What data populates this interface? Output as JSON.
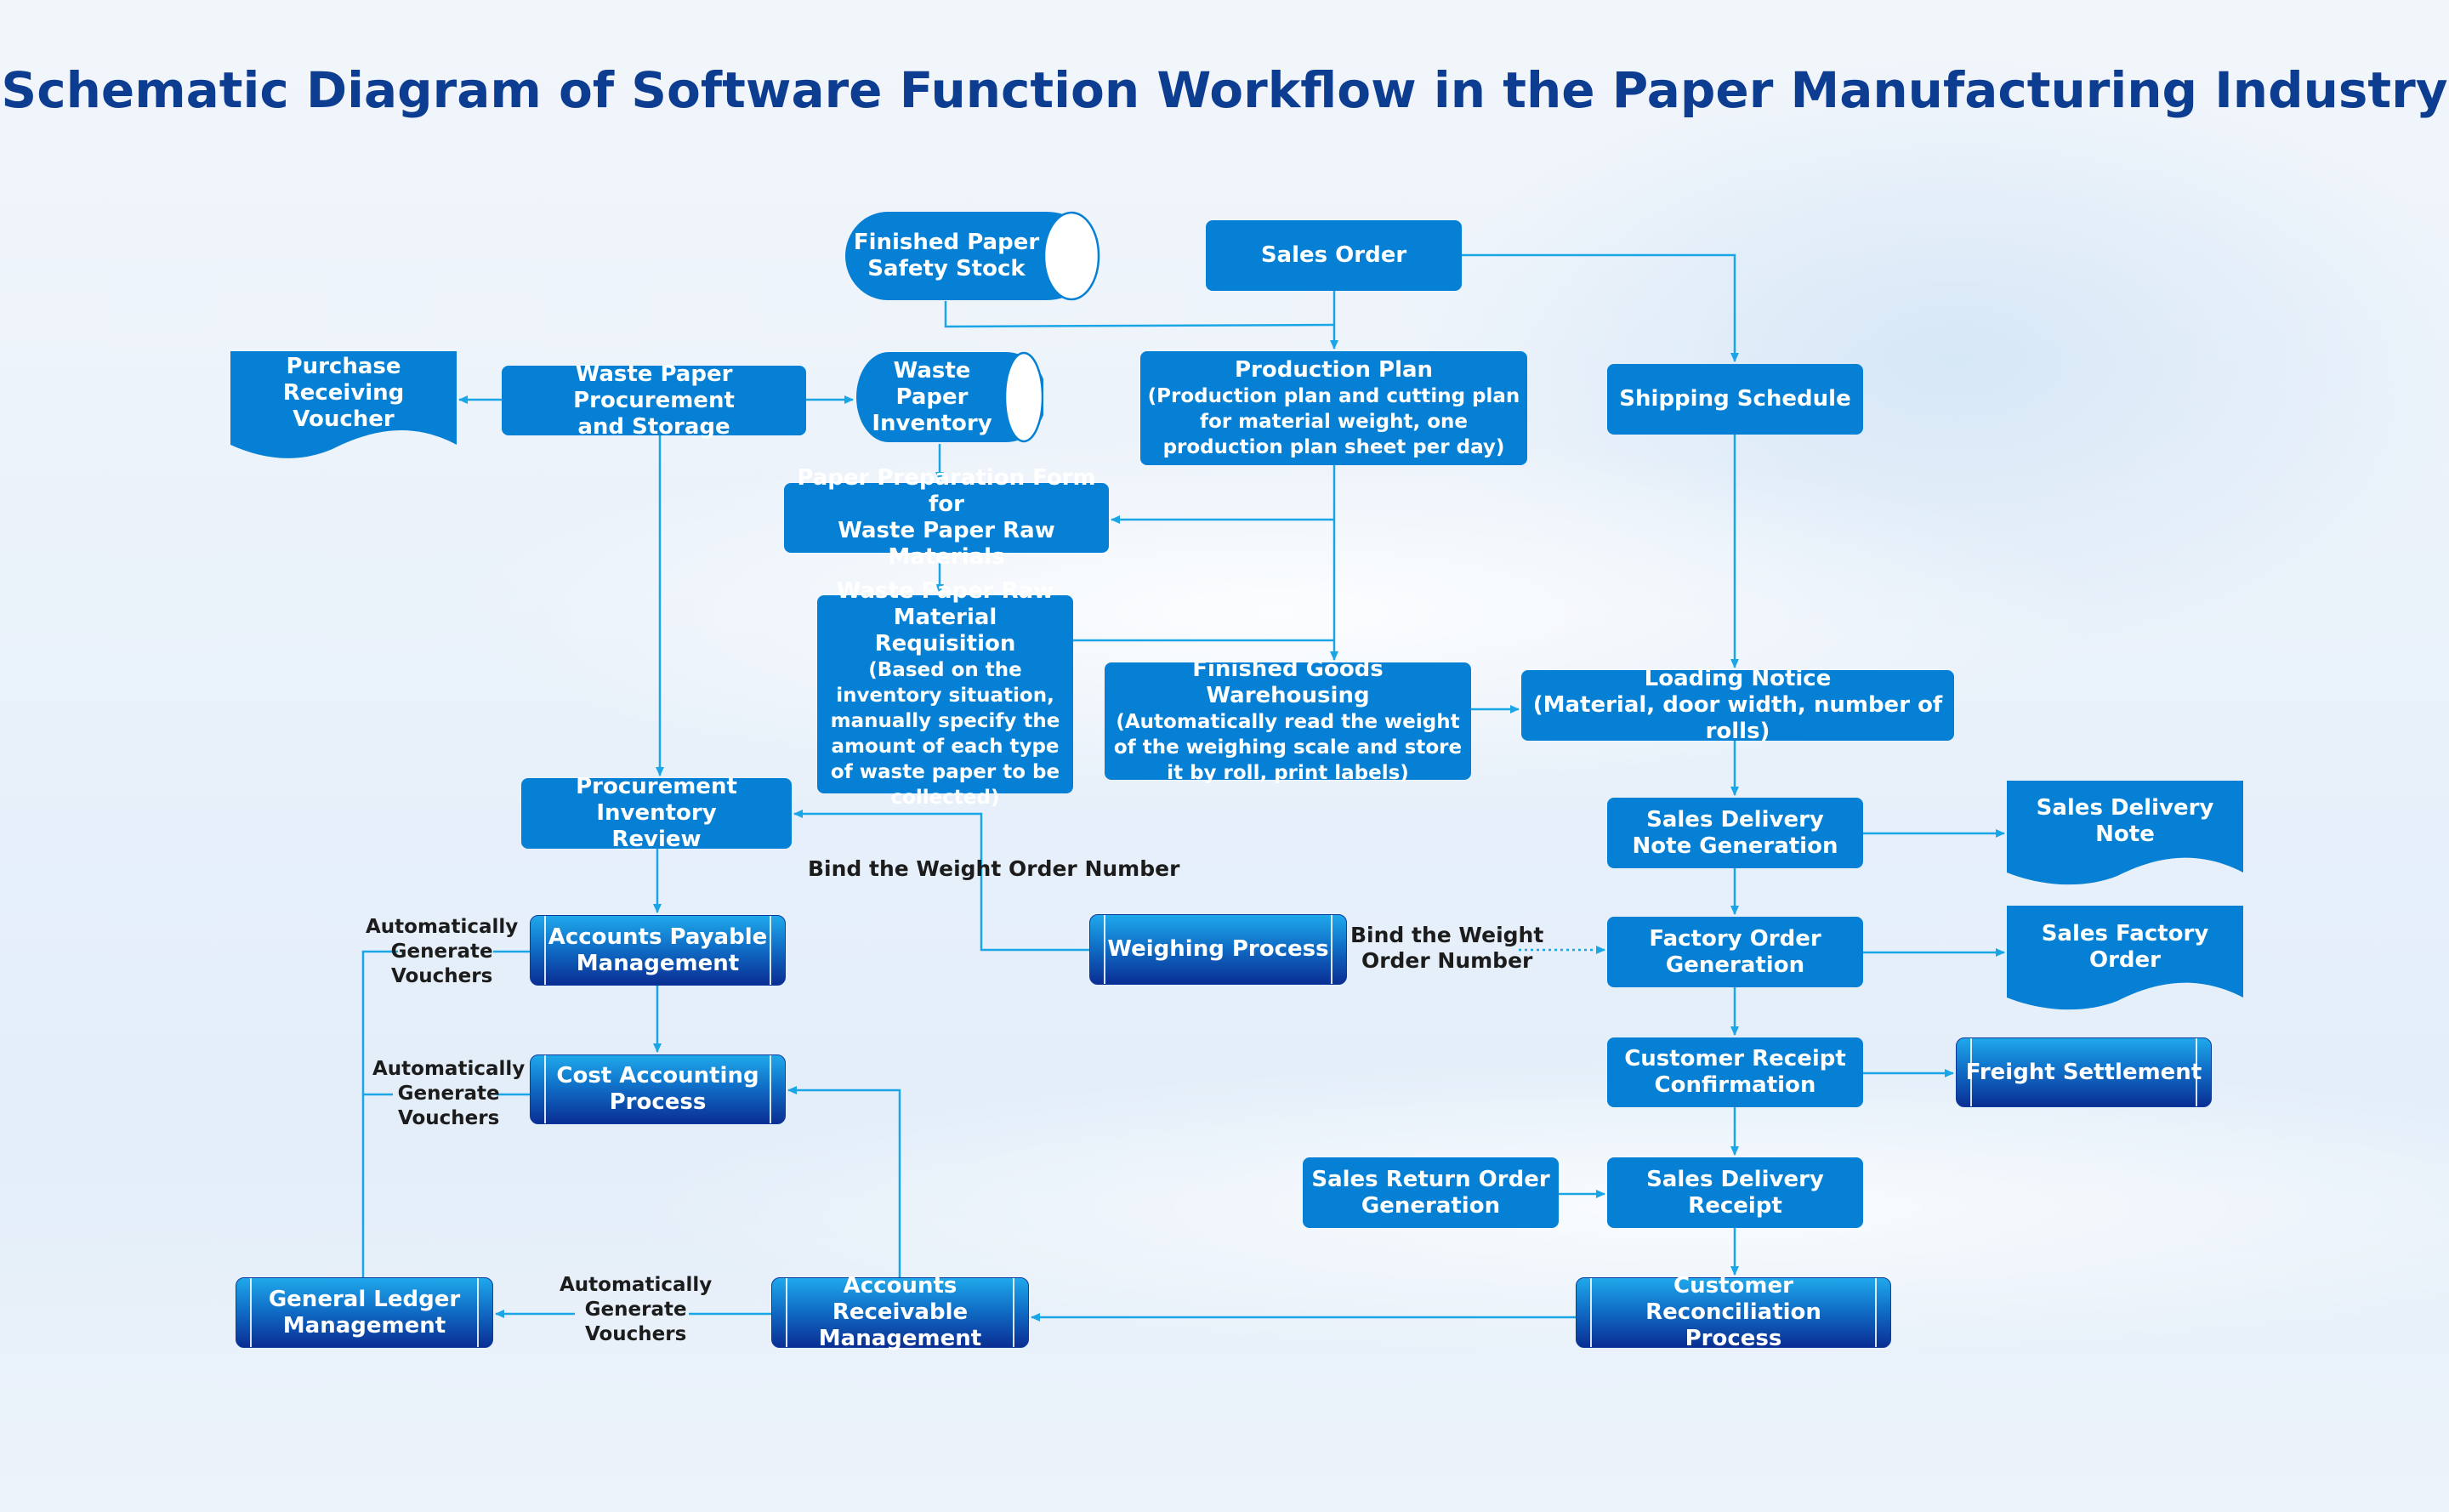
{
  "title": "Schematic Diagram of Software Function Workflow in the Paper Manufacturing Industry",
  "colors": {
    "title": "#0d3d91",
    "node_fill": "#0680d4",
    "process_gradient_top": "#1fa8ea",
    "process_gradient_bottom": "#0a2e93",
    "connector": "#1aa6e6",
    "label_text": "#1c1c1c"
  },
  "nodes": {
    "finished_paper_safety_stock": {
      "line1": "Finished Paper",
      "line2": "Safety Stock",
      "shape": "cylinder"
    },
    "sales_order": {
      "label": "Sales Order",
      "shape": "rectangle"
    },
    "purchase_receiving_voucher": {
      "line1": "Purchase Receiving",
      "line2": "Voucher",
      "shape": "document"
    },
    "waste_paper_procurement": {
      "line1": "Waste Paper Procurement",
      "line2": "and Storage",
      "shape": "rectangle"
    },
    "waste_paper_inventory": {
      "line1": "Waste Paper",
      "line2": "Inventory",
      "shape": "cylinder"
    },
    "production_plan": {
      "title": "Production Plan",
      "detail": "(Production plan and cutting plan for material weight, one production plan sheet per day)",
      "shape": "rectangle"
    },
    "shipping_schedule": {
      "label": "Shipping Schedule",
      "shape": "rectangle"
    },
    "paper_preparation_form": {
      "line1": "Paper Preparation Form for",
      "line2": "Waste Paper Raw Materials",
      "shape": "rectangle"
    },
    "waste_paper_requisition": {
      "title": "Waste Paper Raw Material Requisition",
      "detail": "(Based on the inventory situation, manually specify the amount of each type of waste paper to be collected)",
      "shape": "rectangle"
    },
    "finished_goods_warehousing": {
      "title": "Finished Goods Warehousing",
      "detail": "(Automatically read the weight of the weighing scale and store it by roll, print labels)",
      "shape": "rectangle"
    },
    "loading_notice": {
      "title": "Loading Notice",
      "detail": "(Material, door width, number of rolls)",
      "shape": "rectangle"
    },
    "procurement_inventory_review": {
      "line1": "Procurement Inventory",
      "line2": "Review",
      "shape": "rectangle"
    },
    "sales_delivery_note_generation": {
      "line1": "Sales Delivery",
      "line2": "Note Generation",
      "shape": "rectangle"
    },
    "sales_delivery_note": {
      "label": "Sales Delivery Note",
      "shape": "document"
    },
    "accounts_payable": {
      "line1": "Accounts Payable",
      "line2": "Management",
      "shape": "process"
    },
    "weighing_process": {
      "label": "Weighing Process",
      "shape": "process"
    },
    "factory_order_generation": {
      "line1": "Factory Order",
      "line2": "Generation",
      "shape": "rectangle"
    },
    "sales_factory_order": {
      "label": "Sales Factory Order",
      "shape": "document"
    },
    "customer_receipt_confirmation": {
      "line1": "Customer Receipt",
      "line2": "Confirmation",
      "shape": "rectangle"
    },
    "freight_settlement": {
      "label": "Freight Settlement",
      "shape": "process"
    },
    "cost_accounting": {
      "line1": "Cost Accounting",
      "line2": "Process",
      "shape": "process"
    },
    "sales_return_order_generation": {
      "line1": "Sales Return Order",
      "line2": "Generation",
      "shape": "rectangle"
    },
    "sales_delivery_receipt": {
      "label": "Sales Delivery Receipt",
      "shape": "rectangle"
    },
    "general_ledger": {
      "line1": "General Ledger",
      "line2": "Management",
      "shape": "process"
    },
    "accounts_receivable": {
      "line1": "Accounts Receivable",
      "line2": "Management",
      "shape": "process"
    },
    "customer_reconciliation": {
      "line1": "Customer Reconciliation",
      "line2": "Process",
      "shape": "process"
    }
  },
  "edge_labels": {
    "bind_weight_order_long": "Bind the Weight Order Number",
    "bind_weight_order_short": {
      "line1": "Bind the Weight",
      "line2": "Order Number"
    },
    "auto_vouchers_ap": {
      "line1": "Automatically",
      "line2": "Generate",
      "line3": "Vouchers"
    },
    "auto_vouchers_cost": {
      "line1": "Automatically",
      "line2": "Generate",
      "line3": "Vouchers"
    },
    "auto_vouchers_ar": {
      "line1": "Automatically",
      "line2": "Generate",
      "line3": "Vouchers"
    }
  },
  "edges": [
    {
      "from": "finished_paper_safety_stock",
      "to": "production_plan"
    },
    {
      "from": "sales_order",
      "to": "production_plan"
    },
    {
      "from": "sales_order",
      "to": "shipping_schedule"
    },
    {
      "from": "waste_paper_procurement",
      "to": "purchase_receiving_voucher"
    },
    {
      "from": "waste_paper_procurement",
      "to": "waste_paper_inventory"
    },
    {
      "from": "waste_paper_procurement",
      "to": "procurement_inventory_review"
    },
    {
      "from": "waste_paper_inventory",
      "to": "paper_preparation_form"
    },
    {
      "from": "production_plan",
      "to": "paper_preparation_form"
    },
    {
      "from": "production_plan",
      "to": "finished_goods_warehousing"
    },
    {
      "from": "paper_preparation_form",
      "to": "waste_paper_requisition"
    },
    {
      "from": "waste_paper_requisition",
      "to": "finished_goods_warehousing"
    },
    {
      "from": "shipping_schedule",
      "to": "loading_notice"
    },
    {
      "from": "finished_goods_warehousing",
      "to": "loading_notice"
    },
    {
      "from": "loading_notice",
      "to": "sales_delivery_note_generation"
    },
    {
      "from": "sales_delivery_note_generation",
      "to": "sales_delivery_note"
    },
    {
      "from": "sales_delivery_note_generation",
      "to": "factory_order_generation"
    },
    {
      "from": "weighing_process",
      "to": "procurement_inventory_review",
      "label": "Bind the Weight Order Number"
    },
    {
      "from": "weighing_process",
      "to": "factory_order_generation",
      "label": "Bind the Weight Order Number",
      "style": "dotted"
    },
    {
      "from": "procurement_inventory_review",
      "to": "accounts_payable"
    },
    {
      "from": "accounts_payable",
      "to": "cost_accounting"
    },
    {
      "from": "accounts_payable",
      "to": "general_ledger",
      "label": "Automatically Generate Vouchers"
    },
    {
      "from": "cost_accounting",
      "to": "general_ledger",
      "label": "Automatically Generate Vouchers"
    },
    {
      "from": "factory_order_generation",
      "to": "sales_factory_order"
    },
    {
      "from": "factory_order_generation",
      "to": "customer_receipt_confirmation"
    },
    {
      "from": "customer_receipt_confirmation",
      "to": "freight_settlement"
    },
    {
      "from": "customer_receipt_confirmation",
      "to": "sales_delivery_receipt"
    },
    {
      "from": "sales_return_order_generation",
      "to": "sales_delivery_receipt"
    },
    {
      "from": "sales_delivery_receipt",
      "to": "customer_reconciliation"
    },
    {
      "from": "customer_reconciliation",
      "to": "accounts_receivable"
    },
    {
      "from": "accounts_receivable",
      "to": "cost_accounting"
    },
    {
      "from": "accounts_receivable",
      "to": "general_ledger",
      "label": "Automatically Generate Vouchers"
    }
  ]
}
